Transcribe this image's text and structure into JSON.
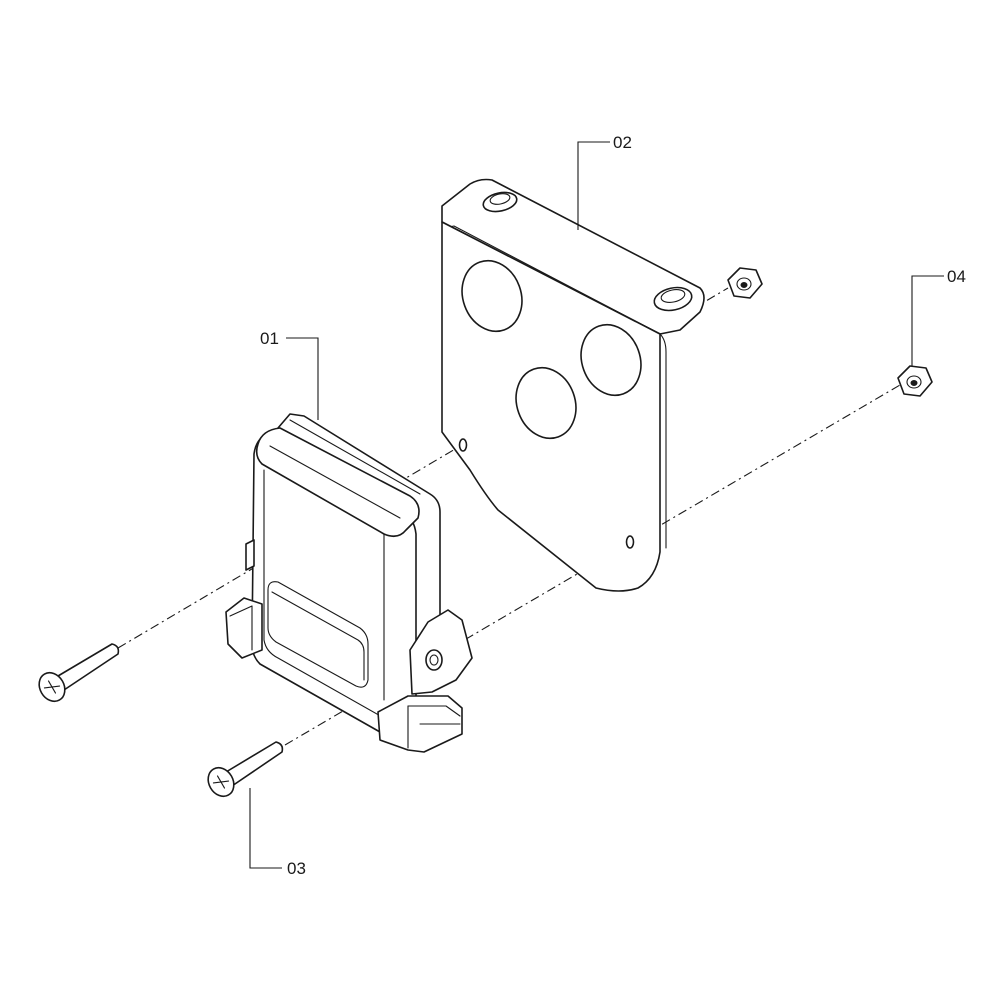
{
  "callouts": {
    "part_01": "01",
    "part_02": "02",
    "part_03": "03",
    "part_04": "04"
  }
}
